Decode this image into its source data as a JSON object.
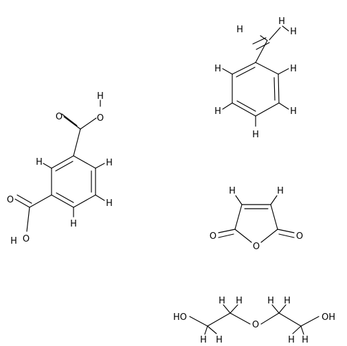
{
  "atom_labels": {
    "H": "H",
    "O": "O",
    "OH": "OH",
    "HO": "HO"
  }
}
